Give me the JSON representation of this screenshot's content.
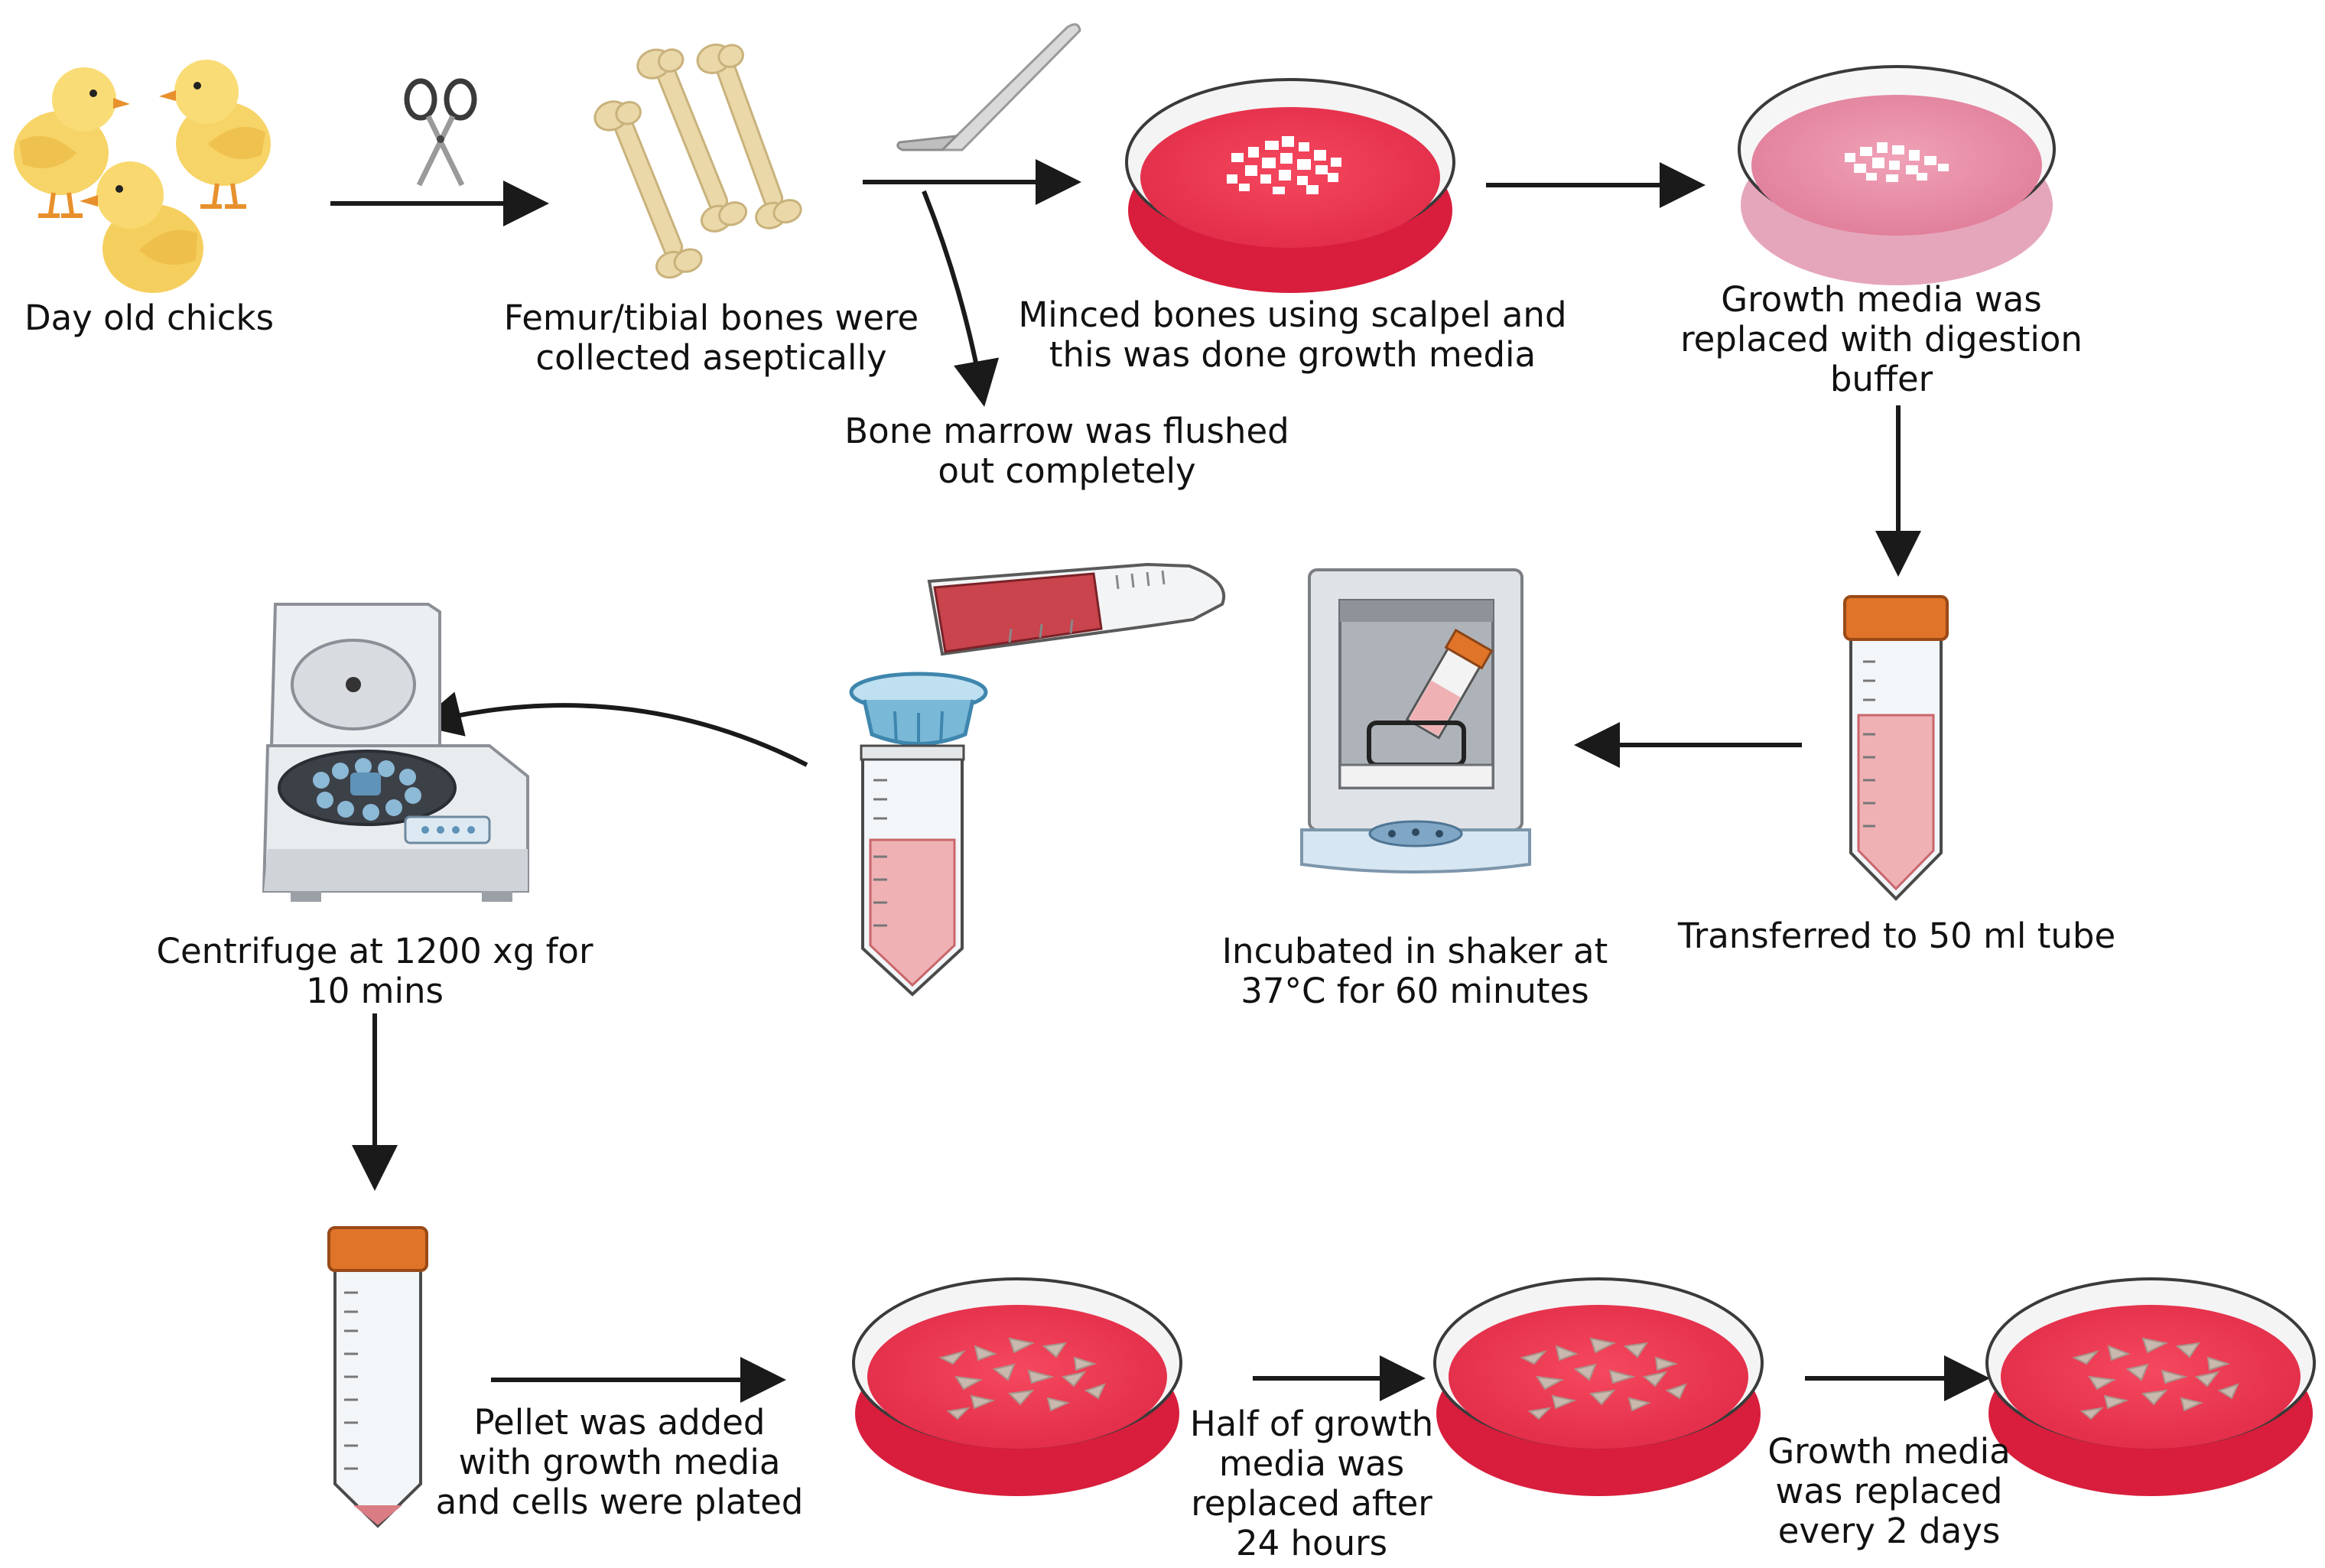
{
  "colors": {
    "arrow": "#1a1a1a",
    "media_red": "#ef3d55",
    "media_pink": "#eb8aa4",
    "tube_cap": "#e07428",
    "tube_fluid": "#efb1b4",
    "chick": "#f7d467",
    "bone": "#ead8a9",
    "strainer": "#7ab8d8",
    "flask_fluid": "#c9444c"
  },
  "labels": {
    "chicks": "Day old chicks",
    "bones": "Femur/tibial bones were\ncollected aseptically",
    "marrow": "Bone marrow was flushed\nout completely",
    "minced": "Minced bones using scalpel and\nthis was done growth media",
    "digestion": "Growth media was\nreplaced with digestion\nbuffer",
    "transfer": "Transferred to 50 ml tube",
    "incubate": "Incubated in shaker at\n37°C for 60 minutes",
    "centrifuge": "Centrifuge at 1200 xg for\n10 mins",
    "pellet": "Pellet was added\nwith growth media\nand cells were plated",
    "half": "Half of growth\nmedia was\nreplaced after\n24 hours",
    "every2": "Growth media\nwas replaced\nevery 2 days"
  }
}
